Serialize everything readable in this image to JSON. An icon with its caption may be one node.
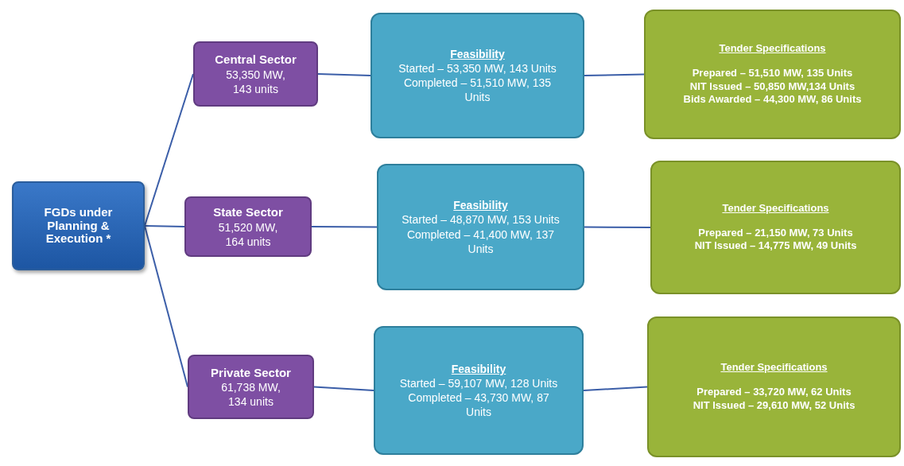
{
  "diagram": {
    "nodes": [
      {
        "text": [
          "FGDs under Planning & Execution *"
        ]
      },
      {
        "text": [
          "Central Sector",
          "53,350 MW, 143 units"
        ]
      },
      {
        "text": [
          "Feasibility",
          "Started – 53,350 MW, 143 Units",
          "Completed – 51,510 MW, 135 Units"
        ]
      },
      {
        "text": [
          "Tender Specifications",
          "Prepared – 51,510 MW, 135 Units",
          "NIT Issued – 50,850 MW,134 Units",
          "Bids Awarded – 44,300 MW, 86 Units"
        ]
      },
      {
        "text": [
          "State Sector",
          "51,520 MW, 164 units"
        ]
      },
      {
        "text": [
          "Feasibility",
          "Started – 48,870 MW, 153 Units",
          "Completed – 41,400 MW, 137 Units"
        ]
      },
      {
        "text": [
          "Tender Specifications",
          "Prepared – 21,150 MW, 73 Units",
          "NIT Issued – 14,775 MW, 49 Units"
        ]
      },
      {
        "text": [
          "Private Sector",
          "61,738 MW, 134 units"
        ]
      },
      {
        "text": [
          "Feasibility",
          "Started – 59,107 MW, 128 Units",
          "Completed – 43,730 MW, 87 Units"
        ]
      },
      {
        "text": [
          "Tender Specifications",
          "Prepared – 33,720 MW, 62 Units",
          "NIT Issued – 29,610 MW, 52 Units"
        ]
      }
    ],
    "edges": [
      {
        "from": 0,
        "to": 1,
        "arrow": "none"
      },
      {
        "from": 0,
        "to": 4,
        "arrow": "none"
      },
      {
        "from": 0,
        "to": 7,
        "arrow": "none"
      },
      {
        "from": 1,
        "to": 2,
        "arrow": "none"
      },
      {
        "from": 2,
        "to": 3,
        "arrow": "none"
      },
      {
        "from": 4,
        "to": 5,
        "arrow": "none"
      },
      {
        "from": 5,
        "to": 6,
        "arrow": "none"
      },
      {
        "from": 7,
        "to": 8,
        "arrow": "none"
      },
      {
        "from": 8,
        "to": 9,
        "arrow": "none"
      }
    ]
  }
}
